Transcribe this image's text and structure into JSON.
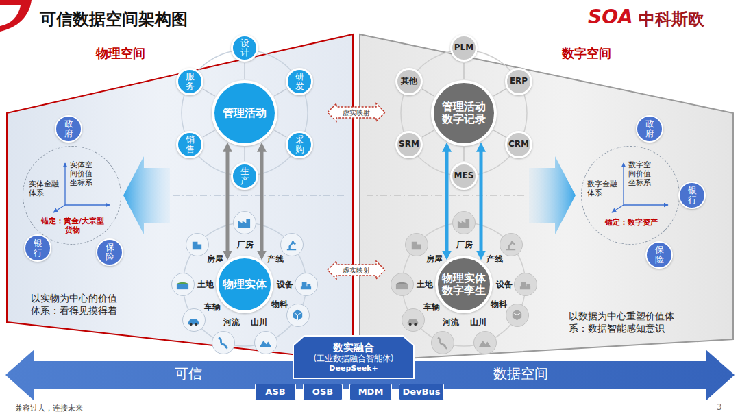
{
  "diagram": {
    "title": "可信数据空间架构图",
    "nodes": [
      {
        "text": [
          "政府"
        ]
      },
      {
        "text": [
          "实体金融体系",
          "实体空间价值坐标系",
          "锚定：黄金/大宗型货物"
        ]
      },
      {
        "text": [
          "银行"
        ]
      },
      {
        "text": [
          "保险"
        ]
      },
      {
        "text": [
          "设计"
        ]
      },
      {
        "text": [
          "研发"
        ]
      },
      {
        "text": [
          "采购"
        ]
      },
      {
        "text": [
          "生产"
        ]
      },
      {
        "text": [
          "销售"
        ]
      },
      {
        "text": [
          "服务"
        ]
      },
      {
        "text": [
          "管理活动"
        ]
      },
      {
        "text": [
          "物理实体"
        ]
      },
      {
        "text": [
          "厂房"
        ]
      },
      {
        "text": [
          "产线"
        ]
      },
      {
        "text": [
          "设备"
        ]
      },
      {
        "text": [
          "物料"
        ]
      },
      {
        "text": [
          "山川"
        ]
      },
      {
        "text": [
          "河流"
        ]
      },
      {
        "text": [
          "车辆"
        ]
      },
      {
        "text": [
          "土地"
        ]
      },
      {
        "text": [
          "房屋"
        ]
      },
      {
        "text": [
          "虚实映射"
        ]
      },
      {
        "text": [
          "虚实映射"
        ]
      },
      {
        "text": [
          "PLM"
        ]
      },
      {
        "text": [
          "ERP"
        ]
      },
      {
        "text": [
          "CRM"
        ]
      },
      {
        "text": [
          "MES"
        ]
      },
      {
        "text": [
          "SRM"
        ]
      },
      {
        "text": [
          "其他"
        ]
      },
      {
        "text": [
          "管理活动 数字记录"
        ]
      },
      {
        "text": [
          "物理实体 数字孪生"
        ]
      },
      {
        "text": [
          "厂房"
        ]
      },
      {
        "text": [
          "产线"
        ]
      },
      {
        "text": [
          "设备"
        ]
      },
      {
        "text": [
          "物料"
        ]
      },
      {
        "text": [
          "山川"
        ]
      },
      {
        "text": [
          "河流"
        ]
      },
      {
        "text": [
          "车辆"
        ]
      },
      {
        "text": [
          "土地"
        ]
      },
      {
        "text": [
          "房屋"
        ]
      },
      {
        "text": [
          "政府"
        ]
      },
      {
        "text": [
          "数字金融体系",
          "数字空间价值坐标系",
          "锚定：数字资产"
        ]
      },
      {
        "text": [
          "银行"
        ]
      },
      {
        "text": [
          "保险"
        ]
      },
      {
        "text": [
          "可信",
          "数据空间"
        ]
      },
      {
        "text": [
          "数实融合",
          "(工业数据融合智能体)",
          "DeepSeek+"
        ]
      },
      {
        "text": [
          "ASB"
        ]
      },
      {
        "text": [
          "OSB"
        ]
      },
      {
        "text": [
          "MDM"
        ]
      },
      {
        "text": [
          "DevBus"
        ]
      }
    ],
    "edges": [
      {
        "from": 10,
        "to": 4,
        "arrow": "none"
      },
      {
        "from": 10,
        "to": 5,
        "arrow": "none"
      },
      {
        "from": 10,
        "to": 6,
        "arrow": "none"
      },
      {
        "from": 10,
        "to": 7,
        "arrow": "none"
      },
      {
        "from": 10,
        "to": 8,
        "arrow": "none"
      },
      {
        "from": 10,
        "to": 9,
        "arrow": "none"
      },
      {
        "from": 10,
        "to": 11,
        "arrow": "both"
      },
      {
        "from": 10,
        "to": 11,
        "arrow": "both"
      },
      {
        "from": 29,
        "to": 23,
        "arrow": "none"
      },
      {
        "from": 29,
        "to": 24,
        "arrow": "none"
      },
      {
        "from": 29,
        "to": 25,
        "arrow": "none"
      },
      {
        "from": 29,
        "to": 26,
        "arrow": "none"
      },
      {
        "from": 29,
        "to": 27,
        "arrow": "none"
      },
      {
        "from": 29,
        "to": 28,
        "arrow": "none"
      },
      {
        "from": 29,
        "to": 30,
        "arrow": "both"
      },
      {
        "from": 29,
        "to": 30,
        "arrow": "both"
      }
    ],
    "labels": [
      "SOA",
      "中科斯欧",
      "物理空间",
      "数字空间",
      "以实物为中心的价值体系：看得见摸得着",
      "以数据为中心重塑价值体系：数据智能感知意识",
      "兼容过去，连接未来",
      "3"
    ]
  }
}
